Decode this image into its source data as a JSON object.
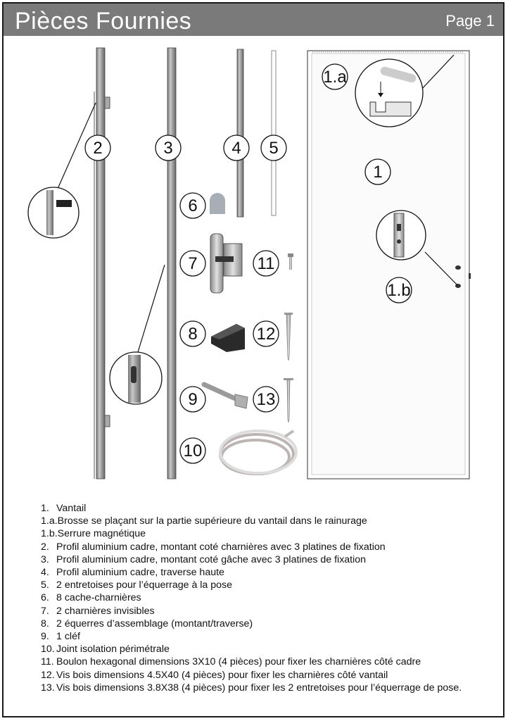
{
  "header": {
    "title": "Pièces Fournies",
    "page": "Page 1"
  },
  "callouts": [
    "1.a",
    "1",
    "1.b",
    "2",
    "3",
    "4",
    "5",
    "6",
    "7",
    "8",
    "9",
    "10",
    "11",
    "12",
    "13"
  ],
  "items": [
    {
      "num": "1.",
      "text": "Vantail"
    },
    {
      "num": "1.a.",
      "text": "Brosse se plaçant sur la partie supérieure du vantail dans le rainurage"
    },
    {
      "num": "1.b.",
      "text": "Serrure magnétique"
    },
    {
      "num": "2.",
      "text": "Profil aluminium cadre, montant coté charnières avec 3 platines de fixation"
    },
    {
      "num": "3.",
      "text": "Profil aluminium cadre, montant coté gâche avec 3 platines de fixation"
    },
    {
      "num": "4.",
      "text": "Profil aluminium cadre, traverse haute"
    },
    {
      "num": "5.",
      "text": "2 entretoises pour l’équerrage à la pose"
    },
    {
      "num": "6.",
      "text": "8 cache-charnières"
    },
    {
      "num": "7.",
      "text": "2 charnières invisibles"
    },
    {
      "num": "8.",
      "text": "2 équerres d’assemblage (montant/traverse)"
    },
    {
      "num": "9.",
      "text": "1 cléf"
    },
    {
      "num": "10.",
      "text": "Joint isolation périmétrale"
    },
    {
      "num": "11.",
      "text": "Boulon hexagonal dimensions 3X10 (4 pièces) pour fixer les charnières côté cadre"
    },
    {
      "num": "12.",
      "text": "Vis bois dimensions 4.5X40 (4 pièces) pour fixer les charnières côté vantail"
    },
    {
      "num": "13.",
      "text": "Vis bois dimensions 3.8X38 (4 pièces) pour fixer les 2 entretoises pour l’équerrage de pose."
    }
  ]
}
